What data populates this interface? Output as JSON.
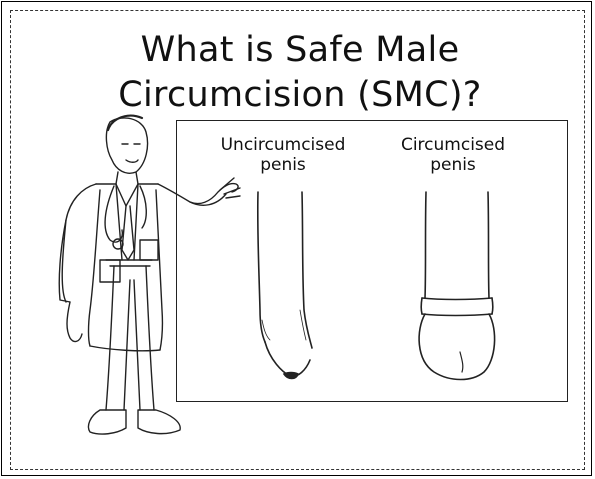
{
  "poster": {
    "title": "What is Safe Male Circumcision (SMC)?",
    "labels": {
      "uncircumcised": "Uncircumcised penis",
      "circumcised": "Circumcised penis"
    }
  },
  "icons": [
    "doctor-illustration",
    "uncircumcised-penis-drawing",
    "circumcised-penis-drawing"
  ]
}
